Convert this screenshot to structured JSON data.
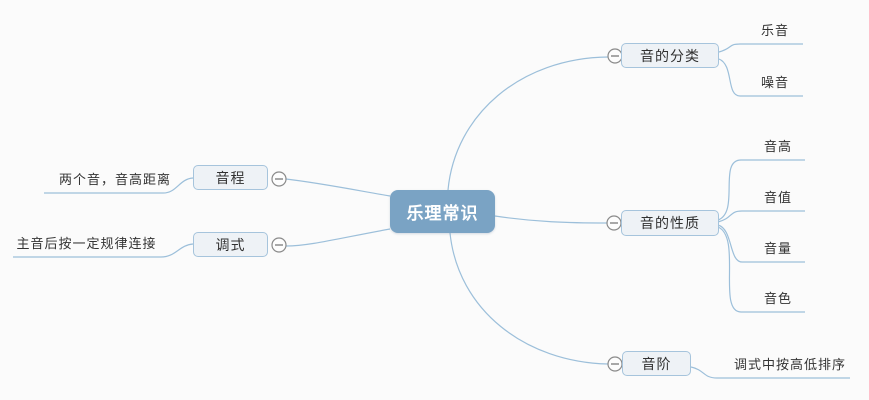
{
  "canvas": {
    "background_color": "#fbfbfb"
  },
  "colors": {
    "root_fill": "#7aa3c4",
    "root_text": "#ffffff",
    "topic_fill": "#eef2f6",
    "topic_border": "#a6c4dc",
    "topic_text": "#313131",
    "branch_line": "#9cbfda",
    "collapse_icon_stroke": "#8a8a8a"
  },
  "mindmap": {
    "root": {
      "label": "乐理常识"
    },
    "left_branches": [
      {
        "label": "音程",
        "children": [
          {
            "label": "两个音，音高距离"
          }
        ]
      },
      {
        "label": "调式",
        "children": [
          {
            "label": "主音后按一定规律连接"
          }
        ]
      }
    ],
    "right_branches": [
      {
        "label": "音的分类",
        "children": [
          {
            "label": "乐音"
          },
          {
            "label": "噪音"
          }
        ]
      },
      {
        "label": "音的性质",
        "children": [
          {
            "label": "音高"
          },
          {
            "label": "音值"
          },
          {
            "label": "音量"
          },
          {
            "label": "音色"
          }
        ]
      },
      {
        "label": "音阶",
        "children": [
          {
            "label": "调式中按高低排序"
          }
        ]
      }
    ]
  }
}
